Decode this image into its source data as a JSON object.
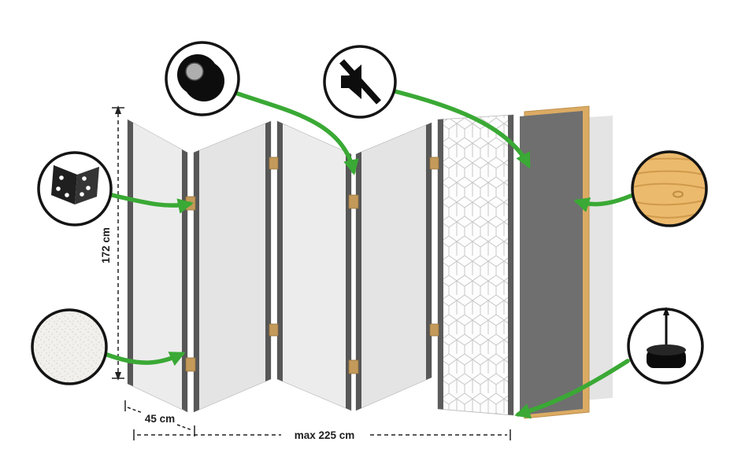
{
  "measurements": {
    "height": "172 cm",
    "panel_width": "45 cm",
    "max_width": "max 225 cm"
  },
  "callouts": [
    {
      "name": "tape-roll-icon"
    },
    {
      "name": "mute-speaker-icon"
    },
    {
      "name": "hinge-icon"
    },
    {
      "name": "fabric-texture-icon"
    },
    {
      "name": "wood-texture-icon"
    },
    {
      "name": "stand-pin-icon"
    }
  ],
  "colors": {
    "arrow_green": "#3aa935",
    "outline_black": "#141414",
    "panel_face_light": "#ececec",
    "panel_face_dark": "#e4e4e4",
    "panel_edge_gray": "#575757",
    "hinge_wood": "#c49a5a",
    "core_gray": "#6f6f6f",
    "frame_wood": "#dcab63",
    "backing_gray": "#e4e4e4",
    "pattern_gray": "#c6c6c6",
    "wood_fill": "#ecba6d"
  }
}
